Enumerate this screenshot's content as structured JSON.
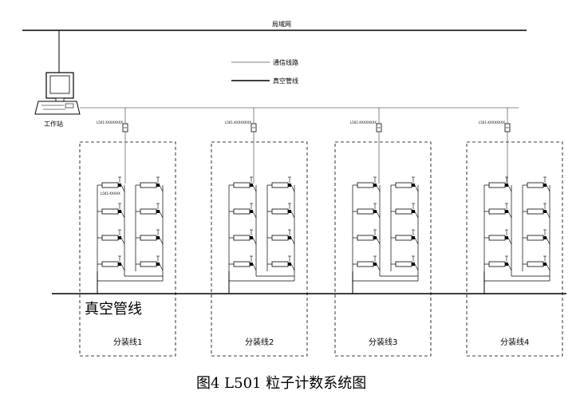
{
  "network": {
    "lan_label": "局域网"
  },
  "legend": {
    "comm_label": "通信线路",
    "vacuum_label": "真空管线"
  },
  "workstation": {
    "label": "工作站"
  },
  "main_pipe": {
    "label": "真空管线"
  },
  "lines": [
    {
      "label": "分装线1",
      "node_label": "L501-XXXXXXXX"
    },
    {
      "label": "分装线2",
      "node_label": "L501-XXXXXXXX"
    },
    {
      "label": "分装线3",
      "node_label": "L501-XXXXXXXX"
    },
    {
      "label": "分装线4",
      "node_label": "L501-XXXXXXXX"
    }
  ],
  "first_counter_label": "L501-XXXXX",
  "caption": "图4  L501 粒子计数系统图"
}
